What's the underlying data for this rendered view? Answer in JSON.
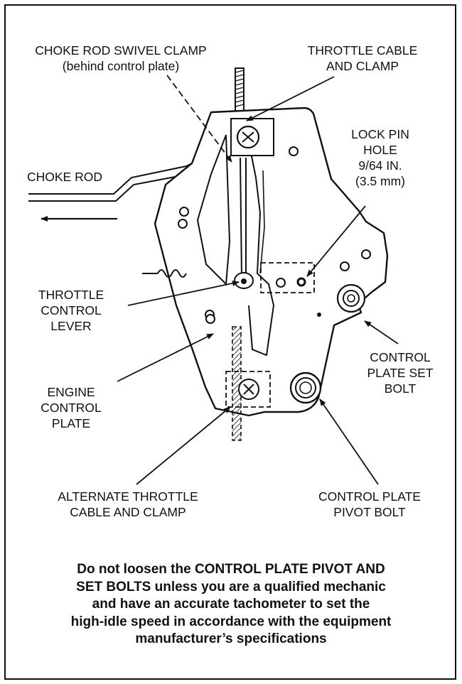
{
  "labels": {
    "choke_clamp": "CHOKE ROD SWIVEL CLAMP\n(behind control plate)",
    "throttle_cable": "THROTTLE CABLE\nAND CLAMP",
    "choke_rod": "CHOKE ROD",
    "lock_pin": "LOCK PIN\nHOLE\n9/64 IN.\n(3.5 mm)",
    "throttle_lever": "THROTTLE\nCONTROL\nLEVER",
    "engine_plate": "ENGINE\nCONTROL\nPLATE",
    "set_bolt": "CONTROL\nPLATE SET\nBOLT",
    "alt_cable": "ALTERNATE THROTTLE\nCABLE AND CLAMP",
    "pivot_bolt": "CONTROL PLATE\nPIVOT BOLT"
  },
  "warning": "Do not loosen the CONTROL PLATE PIVOT AND\nSET BOLTS unless you are a qualified mechanic\nand have an accurate tachometer to set the\nhigh-idle speed in accordance with the equipment\nmanufacturer’s specifications"
}
